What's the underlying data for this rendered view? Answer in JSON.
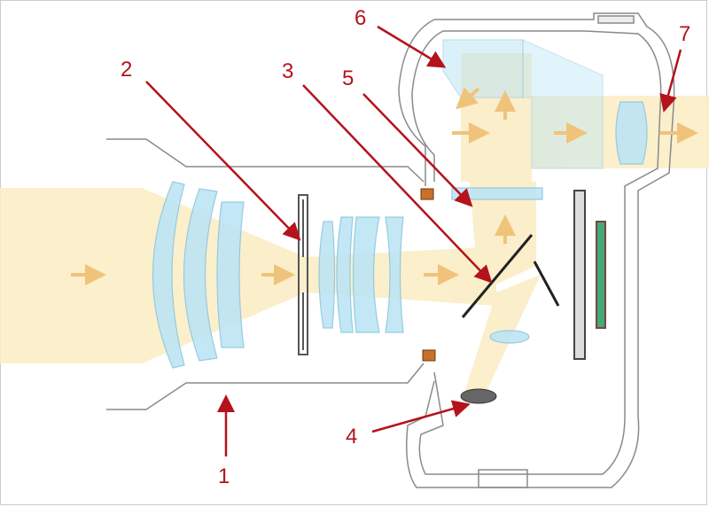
{
  "diagram": {
    "labels": [
      "1",
      "2",
      "3",
      "4",
      "5",
      "6",
      "7"
    ]
  },
  "colors": {
    "beam": "#fbedc6",
    "lens": "#bde5f5",
    "lens_stroke": "#8cc6de",
    "outline": "#8a8a8a",
    "arrow": "#b5121b",
    "light_arrow": "#f0c37a"
  }
}
